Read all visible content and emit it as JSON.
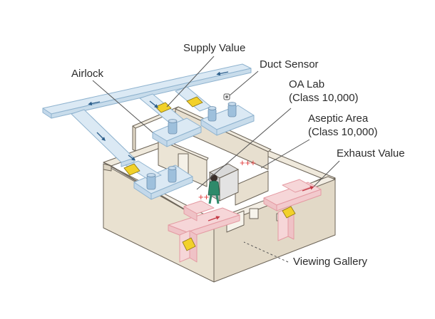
{
  "labels": {
    "supply_value": "Supply Value",
    "duct_sensor": "Duct Sensor",
    "airlock": "Airlock",
    "oa_lab_line1": "OA Lab",
    "oa_lab_line2": "(Class 10,000)",
    "aseptic_line1": "Aseptic Area",
    "aseptic_line2": "(Class 10,000)",
    "exhaust_value": "Exhaust Value",
    "viewing_gallery": "Viewing Gallery"
  },
  "colors": {
    "supply_duct": "#dbe9f4",
    "supply_duct_stroke": "#8fb3cf",
    "exhaust_duct": "#f6d6d8",
    "exhaust_duct_stroke": "#e49aa2",
    "valve": "#f2d12a",
    "wall_top": "#efe9dc",
    "wall_face": "#e7dfcf",
    "wall_stroke": "#6c6458",
    "floor": "#ffffff",
    "pressure_marks": "#e03a3a",
    "arrow": "#2d5f8c",
    "callout_line": "#555555"
  },
  "pressure_marks": {
    "aseptic": "+++",
    "oa_lab": "++",
    "airlock": "+"
  }
}
